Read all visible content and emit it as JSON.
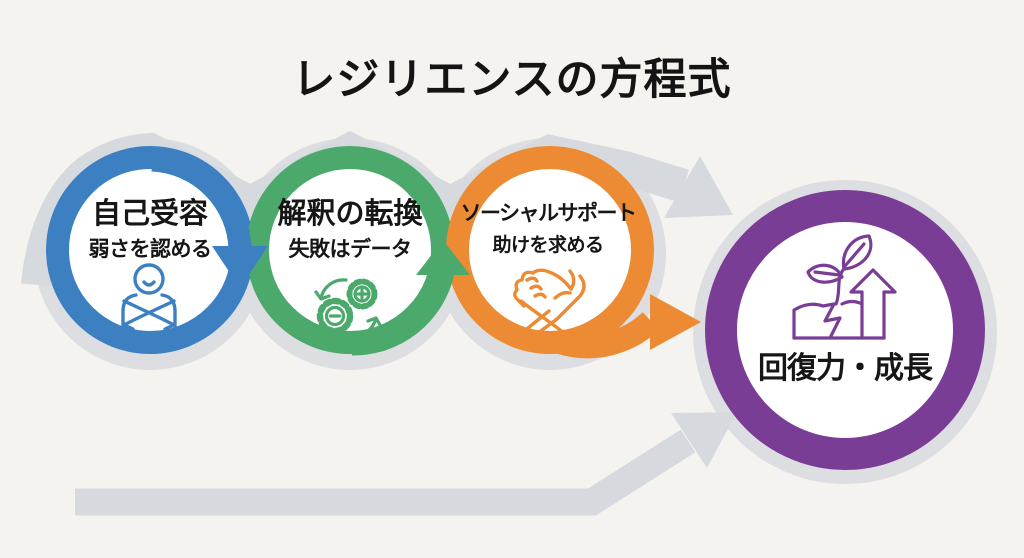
{
  "title": "レジリエンスの方程式",
  "steps": [
    {
      "title": "自己受容",
      "subtitle": "弱さを認める",
      "color": "#3d80c2",
      "icon": "self-hug-icon"
    },
    {
      "title": "解釈の転換",
      "subtitle": "失敗はデータ",
      "color": "#4aa96b",
      "icon": "gears-exchange-icon"
    },
    {
      "title": "ソーシャルサポート",
      "subtitle": "助けを求める",
      "color": "#ec8b33",
      "icon": "clasped-hands-icon"
    },
    {
      "title": "回復力・成長",
      "subtitle": "",
      "color": "#7a3d96",
      "icon": "sprout-growth-icon"
    }
  ],
  "flow": {
    "background_arrow_color": "#d6dade",
    "halo_color": "#dcdee2",
    "background_color": "#f4f3f0",
    "text_color": "#161616",
    "circle_fill": "#ffffff"
  }
}
